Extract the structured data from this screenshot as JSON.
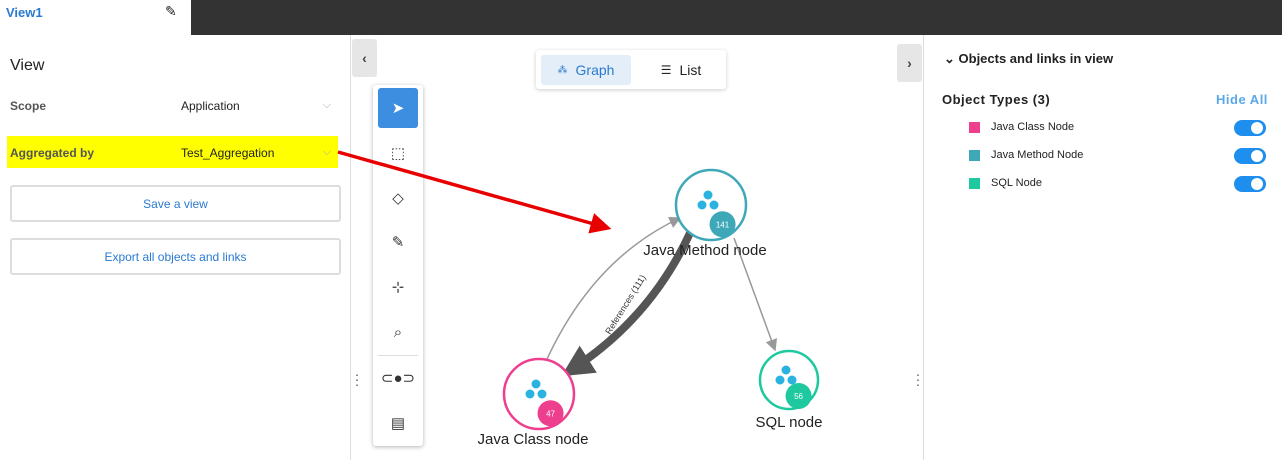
{
  "tab": {
    "title": "View1"
  },
  "left": {
    "heading": "View",
    "scope_label": "Scope",
    "scope_value": "Application",
    "agg_label": "Aggregated by",
    "agg_value": "Test_Aggregation",
    "save_label": "Save a view",
    "export_label": "Export all objects and links"
  },
  "view_toggle": {
    "graph": "Graph",
    "list": "List"
  },
  "graph": {
    "nodes": [
      {
        "label": "Java Method node",
        "count": "141",
        "color": "#3fa8b8"
      },
      {
        "label": "Java Class node",
        "count": "47",
        "color": "#ee3f8f"
      },
      {
        "label": "SQL node",
        "count": "56",
        "color": "#1ec9a0"
      }
    ],
    "edge_label": "References (111)"
  },
  "right": {
    "section": "Objects and links in view",
    "types_title": "Object Types (3)",
    "hide_all": "Hide All",
    "types": [
      {
        "label": "Java Class Node",
        "color": "#ee3f8f"
      },
      {
        "label": "Java Method Node",
        "color": "#3fa8b8"
      },
      {
        "label": "SQL Node",
        "color": "#1ec9a0"
      }
    ]
  }
}
